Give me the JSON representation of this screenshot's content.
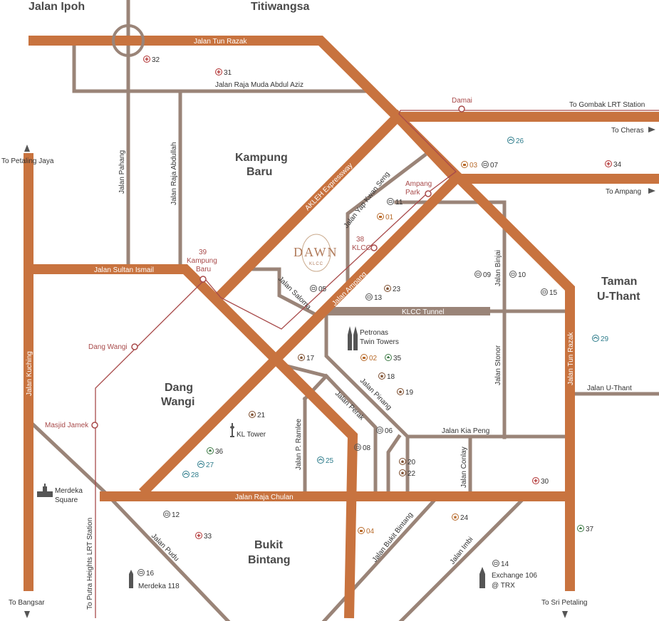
{
  "colors": {
    "major_road": "#c8733f",
    "minor_road": "#9a8478",
    "rail": "#a84a4a",
    "text": "#333333",
    "district": "#4a4a4a",
    "teal": "#2f7d8c",
    "green": "#3d7a45",
    "brown": "#7a4a2a",
    "orange": "#b86a2a",
    "red": "#b03030",
    "gray": "#555555"
  },
  "districts": {
    "jalan_ipoh": "Jalan Ipoh",
    "titiwangsa": "Titiwangsa",
    "kampung_baru_1": "Kampung",
    "kampung_baru_2": "Baru",
    "taman_1": "Taman",
    "taman_2": "U-Thant",
    "dang_1": "Dang",
    "dang_2": "Wangi",
    "bukit_1": "Bukit",
    "bukit_2": "Bintang"
  },
  "roads": {
    "tun_razak_top": "Jalan Tun Razak",
    "raja_muda": "Jalan Raja Muda Abdul Aziz",
    "pahang": "Jalan Pahang",
    "raja_abdullah": "Jalan Raja Abdullah",
    "akleh": "AKLEH Expressway",
    "yap_kwan_seng": "Jalan Yap Kwan Seng",
    "sultan_ismail": "Jalan Sultan Ismail",
    "saloma": "Jalan Saloma",
    "ampang": "Jalan Ampang",
    "binjai": "Jalan Binjai",
    "klcc_tunnel": "KLCC Tunnel",
    "kuching": "Jalan Kuching",
    "stonor": "Jalan Stonor",
    "tun_razak_right": "Jalan Tun Razak",
    "u_thant": "Jalan U-Thant",
    "pinang": "Jalan Pinang",
    "perak": "Jalan Perak",
    "kia_peng": "Jalan Kia Peng",
    "p_ramlee": "Jalan P. Ramlee",
    "conlay": "Jalan Conlay",
    "raja_chulan": "Jalan Raja Chulan",
    "pudu": "Jalan Pudu",
    "bukit_bintang": "Jalan Bukit Bintang",
    "imbi": "Jalan Imbi"
  },
  "directions": {
    "gombak": "To Gombak LRT Station",
    "cheras": "To Cheras",
    "ampang": "To Ampang",
    "petaling_jaya": "To Petaling Jaya",
    "bangsar": "To Bangsar",
    "putra_heights": "To Putra Heights LRT Station",
    "sri_petaling": "To Sri Petaling"
  },
  "stations": {
    "damai": "Damai",
    "ampang_park_1": "Ampang",
    "ampang_park_2": "Park",
    "klcc_1": "38",
    "klcc_2": "KLCC",
    "kampung_baru_1": "39",
    "kampung_baru_2": "Kampung",
    "kampung_baru_3": "Baru",
    "dang_wangi": "Dang Wangi",
    "masjid_jamek": "Masjid Jamek"
  },
  "logo": {
    "text": "DAWN",
    "sub": "KLCC"
  },
  "landmarks": {
    "petronas_1": "Petronas",
    "petronas_2": "Twin Towers",
    "kl_tower": "KL Tower",
    "merdeka_sq_1": "Merdeka",
    "merdeka_sq_2": "Square",
    "merdeka_118": "Merdeka 118",
    "exchange_1": "Exchange 106",
    "exchange_2": "@ TRX"
  },
  "pois": {
    "p32": "32",
    "p31": "31",
    "p26": "26",
    "p03": "03",
    "p07": "07",
    "p34": "34",
    "p11": "11",
    "p01": "01",
    "p05": "05",
    "p13": "13",
    "p23": "23",
    "p09": "09",
    "p10": "10",
    "p15": "15",
    "p29": "29",
    "p17": "17",
    "p02": "02",
    "p35": "35",
    "p18": "18",
    "p19": "19",
    "p21": "21",
    "p06": "06",
    "p36": "36",
    "p27": "27",
    "p28": "28",
    "p25": "25",
    "p08": "08",
    "p20": "20",
    "p22": "22",
    "p30": "30",
    "p12": "12",
    "p33": "33",
    "p04": "04",
    "p24": "24",
    "p37": "37",
    "p14": "14",
    "p16": "16"
  }
}
